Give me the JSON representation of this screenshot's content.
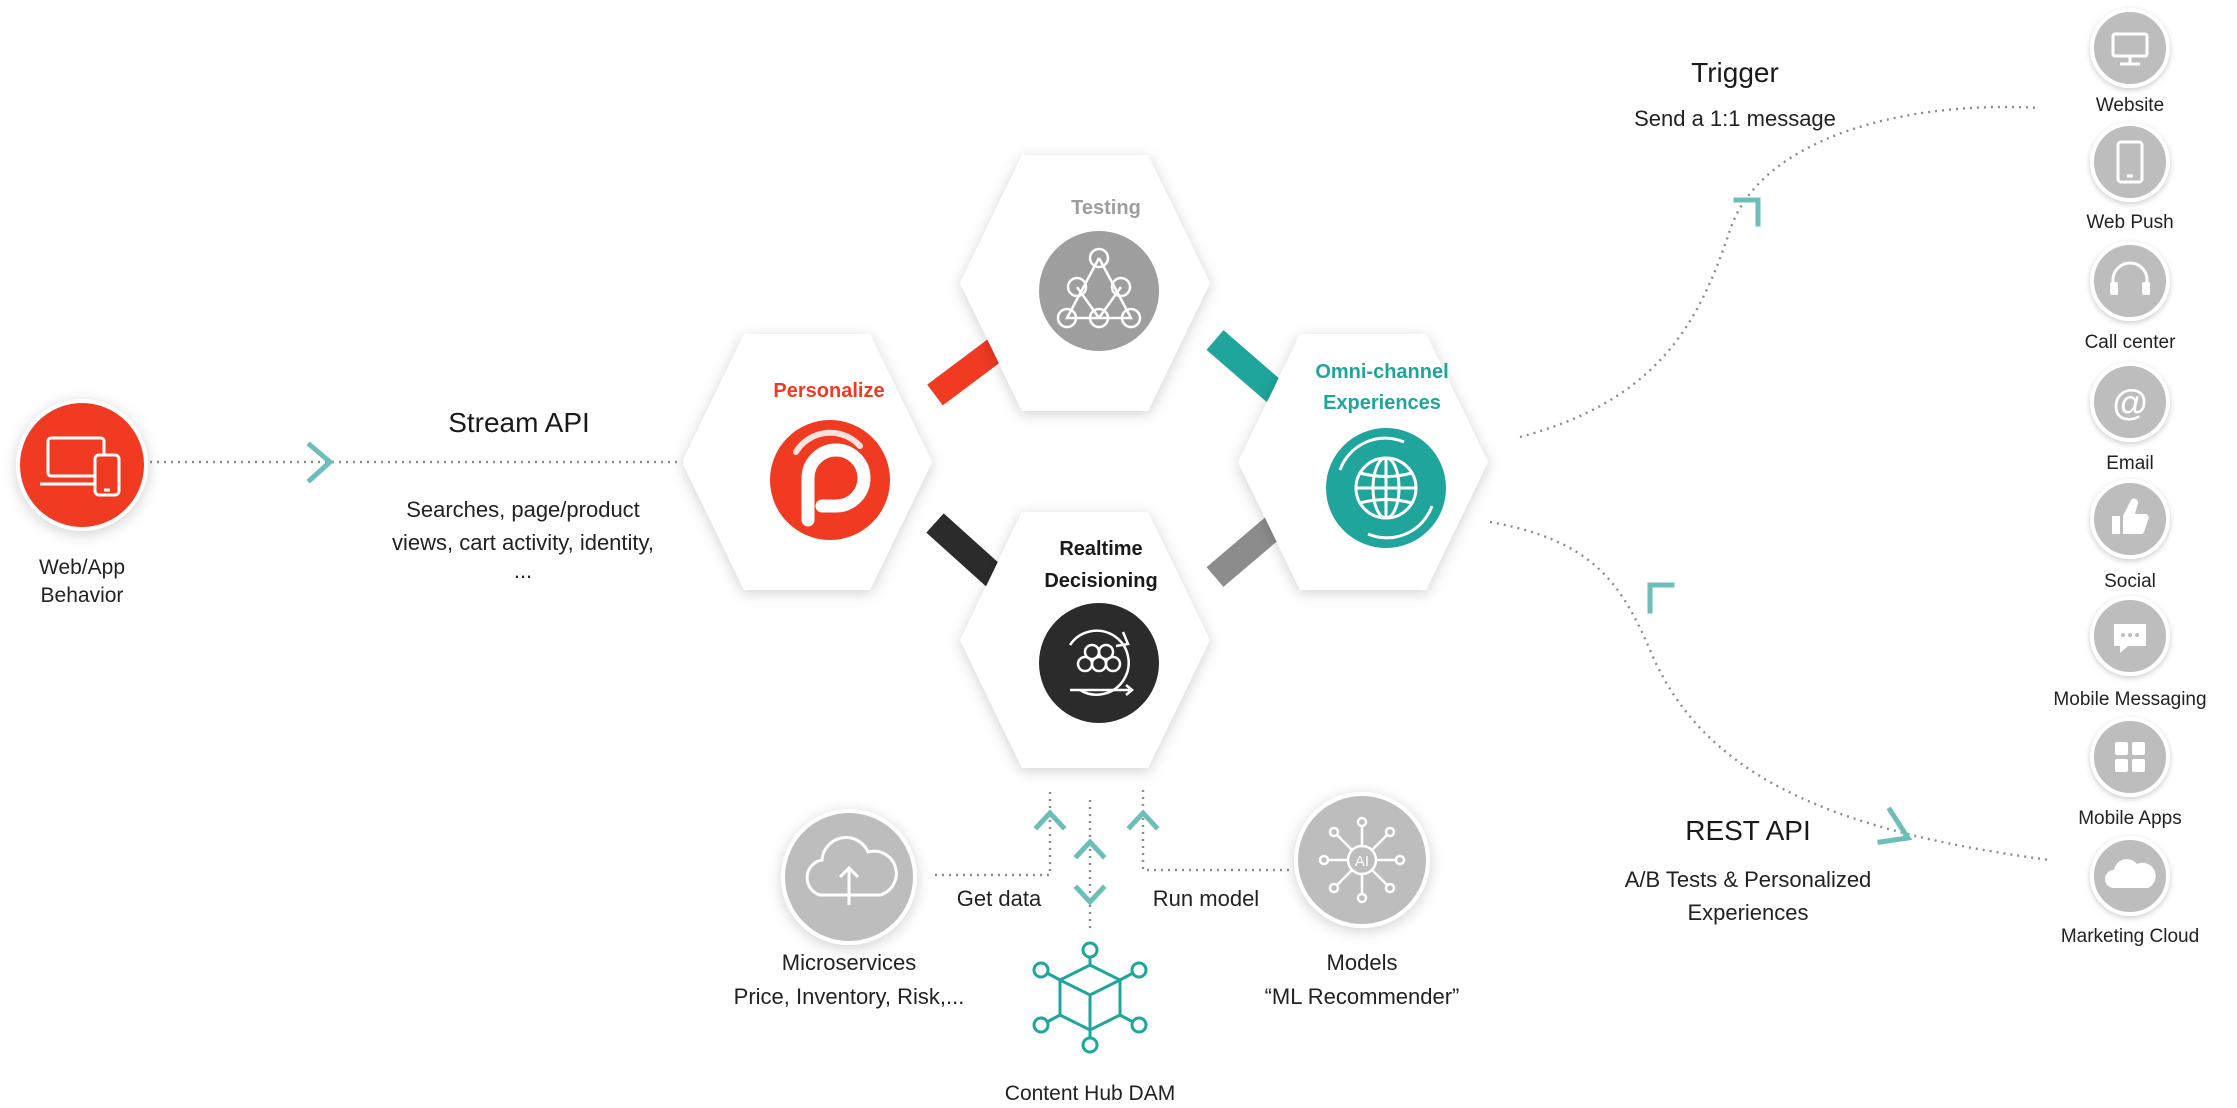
{
  "source": {
    "label_line1": "Web/App",
    "label_line2": "Behavior"
  },
  "stream_api": {
    "title": "Stream API",
    "desc_line1": "Searches, page/product",
    "desc_line2": "views, cart activity, identity,",
    "desc_line3": "..."
  },
  "hexagons": {
    "testing": {
      "label": "Testing",
      "icon": "testing-network-icon",
      "color": "#9e9e9e"
    },
    "personalize": {
      "label": "Personalize",
      "icon": "personalize-logo-icon",
      "color": "#f03a22"
    },
    "omnichannel": {
      "label_line1": "Omni-channel",
      "label_line2": "Experiences",
      "icon": "globe-icon",
      "color": "#1fa59c"
    },
    "decisioning": {
      "label_line1": "Realtime",
      "label_line2": "Decisioning",
      "icon": "decision-cycle-icon",
      "color": "#2b2b2b"
    }
  },
  "trigger": {
    "title": "Trigger",
    "desc": "Send a 1:1 message"
  },
  "rest_api": {
    "title": "REST API",
    "desc_line1": "A/B Tests & Personalized",
    "desc_line2": "Experiences"
  },
  "channels": [
    {
      "label": "Website",
      "icon": "monitor-icon"
    },
    {
      "label": "Web Push",
      "icon": "smartphone-icon"
    },
    {
      "label": "Call center",
      "icon": "headset-icon"
    },
    {
      "label": "Email",
      "icon": "at-sign-icon"
    },
    {
      "label": "Social",
      "icon": "thumbs-up-icon"
    },
    {
      "label": "Mobile Messaging",
      "icon": "chat-bubble-icon"
    },
    {
      "label": "Mobile Apps",
      "icon": "app-grid-icon"
    },
    {
      "label": "Marketing Cloud",
      "icon": "cloud-icon"
    }
  ],
  "bottom": {
    "microservices": {
      "title": "Microservices",
      "desc": "Price, Inventory, Risk,...",
      "icon": "cloud-upload-icon"
    },
    "models": {
      "title": "Models",
      "desc": "“ML Recommender”",
      "icon": "ai-network-icon"
    },
    "content_hub": {
      "title": "Content Hub DAM",
      "icon": "cube-network-icon"
    },
    "get_data": "Get data",
    "run_model": "Run model"
  },
  "colors": {
    "accent_red": "#f03a22",
    "accent_teal": "#1fa59c",
    "arrow_teal": "#6dbdb8",
    "dark": "#2b2b2b",
    "grey": "#9e9e9e",
    "channel_grey": "#bdbdbd"
  }
}
